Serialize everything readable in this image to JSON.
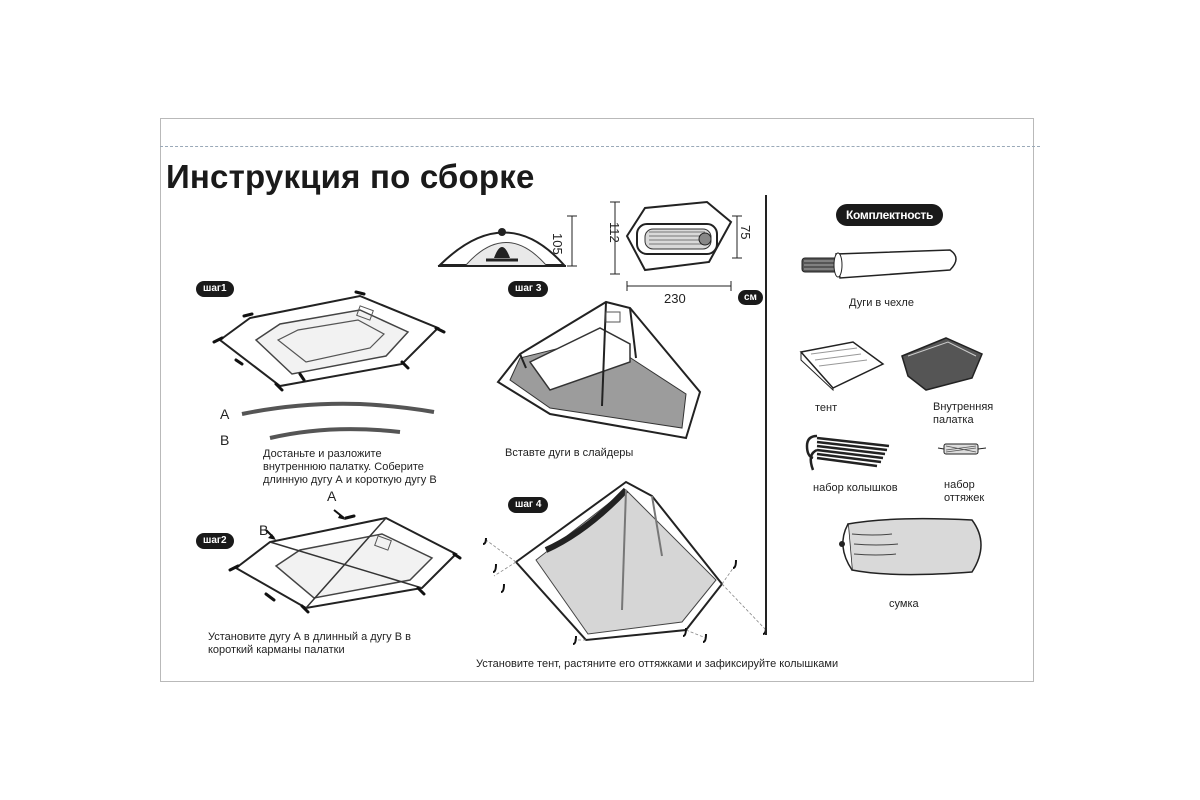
{
  "title": "Инструкция по сборке",
  "dimensions": {
    "height_front": "105",
    "length_head": "112",
    "length_foot": "75",
    "length": "230",
    "unit": "см"
  },
  "steps": [
    {
      "badge": "шаг1",
      "text": [
        "Достаньте и разложите",
        "внутреннюю палатку. Соберите",
        "длинную дугу А и короткую дугу В"
      ]
    },
    {
      "badge": "шаг2",
      "text": [
        "Установите дугу А в длинный а дугу В в",
        "короткий карманы палатки"
      ]
    },
    {
      "badge": "шаг 3",
      "text": [
        "Вставте дуги в слайдеры"
      ]
    },
    {
      "badge": "шаг 4",
      "text": [
        "Установите тент, растяните его оттяжками и зафиксируйте колышками"
      ]
    }
  ],
  "pole_labels": {
    "a": "A",
    "b": "B"
  },
  "kit": {
    "title": "Комплектность",
    "items": [
      {
        "label": [
          "Дуги в чехле"
        ],
        "icon": "poles-in-bag-icon"
      },
      {
        "label": [
          "тент"
        ],
        "icon": "folded-fly-icon"
      },
      {
        "label": [
          "Внутренняя",
          "палатка"
        ],
        "icon": "folded-inner-tent-icon"
      },
      {
        "label": [
          "набор колышков"
        ],
        "icon": "pegs-icon"
      },
      {
        "label": [
          "набор",
          "оттяжек"
        ],
        "icon": "guy-lines-icon"
      },
      {
        "label": [
          "сумка"
        ],
        "icon": "stuff-sack-icon"
      }
    ]
  }
}
